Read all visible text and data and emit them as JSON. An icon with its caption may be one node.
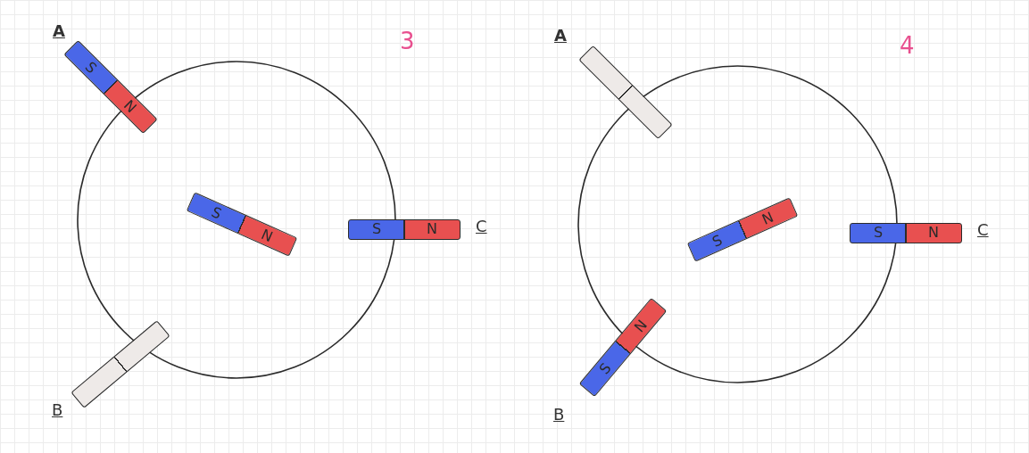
{
  "diagram": {
    "nodes": [
      {
        "text": [],
        "shape": "circle"
      },
      {
        "text": [
          "S",
          "N"
        ]
      },
      {
        "text": [
          "S",
          "N"
        ],
        "in": 0
      },
      {
        "text": [
          "S",
          "N"
        ]
      },
      {
        "text": [],
        "shape": "bar"
      },
      {
        "text": [],
        "shape": "circle"
      },
      {
        "text": [],
        "shape": "bar"
      },
      {
        "text": [
          "S",
          "N"
        ],
        "in": 5
      },
      {
        "text": [
          "S",
          "N"
        ]
      },
      {
        "text": [
          "S",
          "N"
        ]
      }
    ],
    "labels": [
      "A",
      "3",
      "C",
      "B",
      "A",
      "4",
      "C",
      "B"
    ]
  }
}
